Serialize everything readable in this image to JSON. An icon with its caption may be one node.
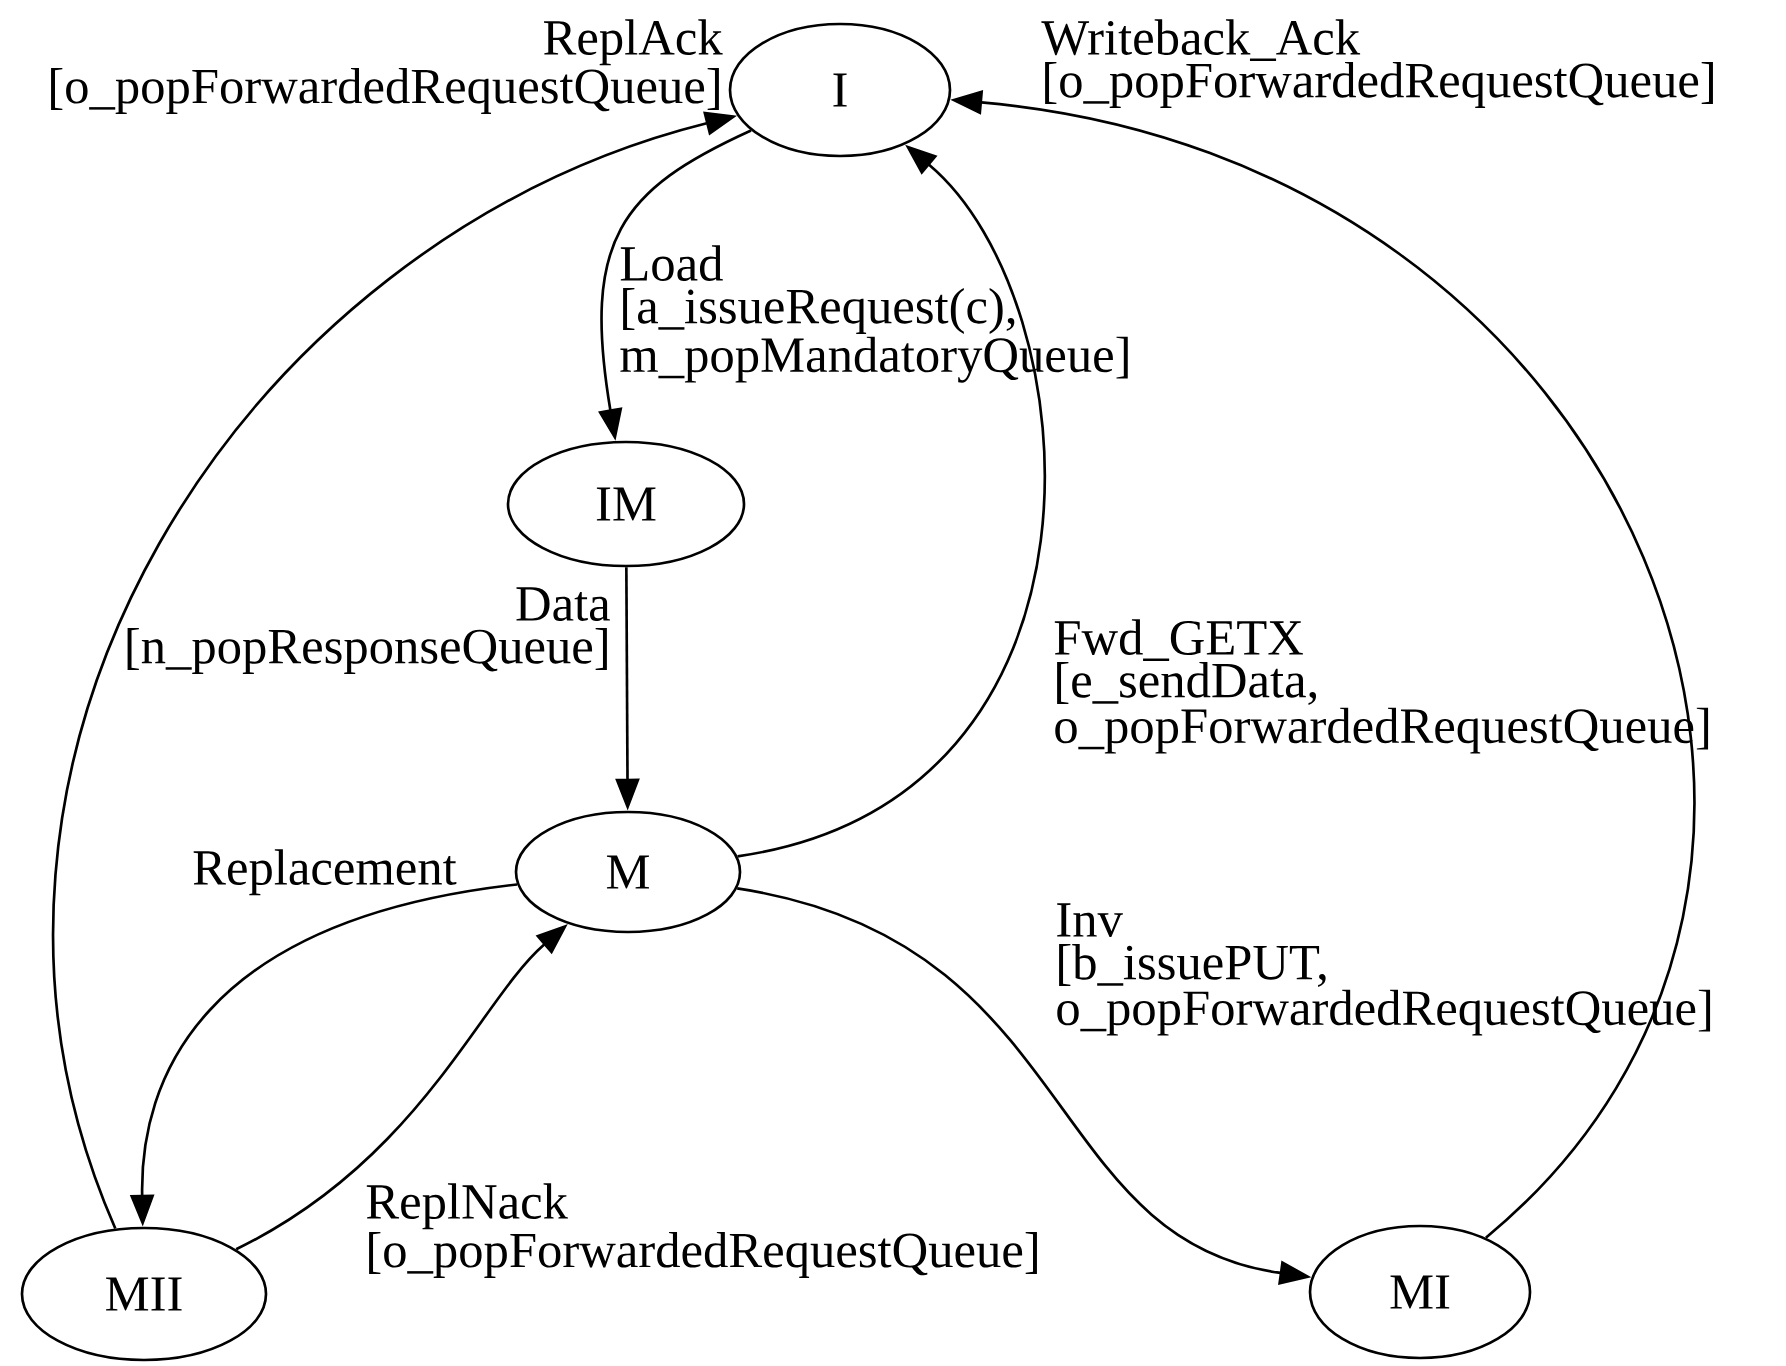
{
  "diagram": {
    "nodes": [
      {
        "text": [
          "I"
        ]
      },
      {
        "text": [
          "IM"
        ]
      },
      {
        "text": [
          "M"
        ]
      },
      {
        "text": [
          "MII"
        ]
      },
      {
        "text": [
          "MI"
        ]
      }
    ],
    "edges": [
      {
        "from": 0,
        "to": 1,
        "arrow": "to",
        "label": "Load [a_issueRequest(c), m_popMandatoryQueue]"
      },
      {
        "from": 1,
        "to": 2,
        "arrow": "to",
        "label": "Data [n_popResponseQueue]"
      },
      {
        "from": 2,
        "to": 0,
        "arrow": "to",
        "label": "Fwd_GETX [e_sendData, o_popForwardedRequestQueue]"
      },
      {
        "from": 2,
        "to": 3,
        "arrow": "to",
        "label": "Replacement"
      },
      {
        "from": 3,
        "to": 2,
        "arrow": "to",
        "label": "ReplNack [o_popForwardedRequestQueue]"
      },
      {
        "from": 2,
        "to": 4,
        "arrow": "to",
        "label": "Inv [b_issuePUT, o_popForwardedRequestQueue]"
      },
      {
        "from": 3,
        "to": 0,
        "arrow": "to",
        "label": "ReplAck [o_popForwardedRequestQueue]"
      },
      {
        "from": 4,
        "to": 0,
        "arrow": "to",
        "label": "Writeback_Ack [o_popForwardedRequestQueue]"
      }
    ]
  }
}
